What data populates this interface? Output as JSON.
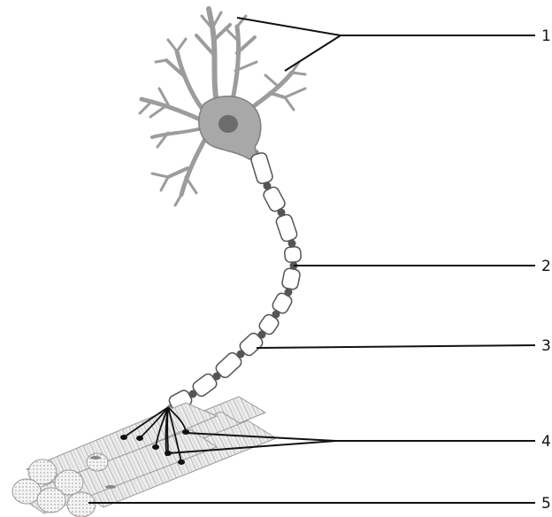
{
  "labels": [
    {
      "id": "label-1",
      "text": "1"
    },
    {
      "id": "label-2",
      "text": "2"
    },
    {
      "id": "label-3",
      "text": "3"
    },
    {
      "id": "label-4",
      "text": "4"
    },
    {
      "id": "label-5",
      "text": "5"
    }
  ],
  "colors": {
    "cell_body": "#a8a8a8",
    "nucleus": "#707070",
    "dendrite": "#a0a0a0",
    "myelin": "#ffffff",
    "node": "#555555",
    "muscle_fiber": "#e6e6e6",
    "line": "#111111"
  }
}
